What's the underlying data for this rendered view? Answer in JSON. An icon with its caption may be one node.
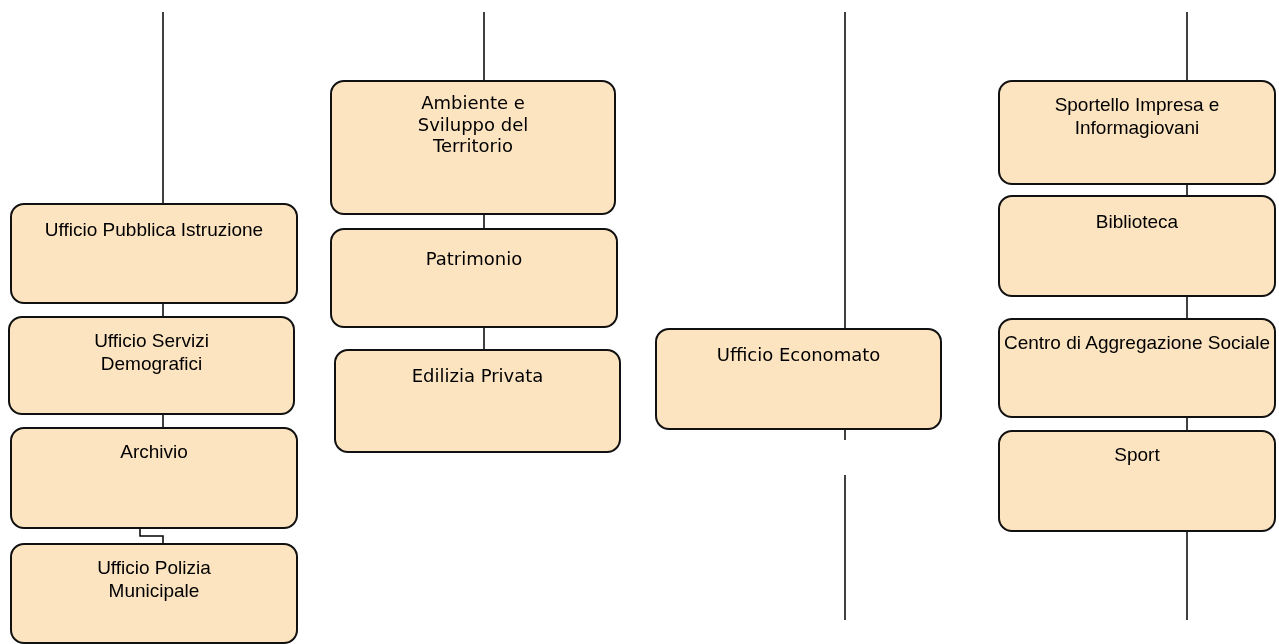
{
  "diagram": {
    "nodes": [
      {
        "text": [
          "Ufficio Pubblica Istruzione"
        ]
      },
      {
        "text": [
          "Ufficio Servizi Demografici"
        ]
      },
      {
        "text": [
          "Archivio"
        ]
      },
      {
        "text": [
          "Ufficio Polizia Municipale"
        ]
      },
      {
        "text": [
          "Ambiente e Sviluppo del Territorio"
        ]
      },
      {
        "text": [
          "Patrimonio"
        ]
      },
      {
        "text": [
          "Edilizia Privata"
        ]
      },
      {
        "text": [
          "Ufficio Economato"
        ]
      },
      {
        "text": [
          "Sportello Impresa e Informagiovani"
        ]
      },
      {
        "text": [
          "Biblioteca"
        ]
      },
      {
        "text": [
          "Centro di Aggregazione Sociale"
        ]
      },
      {
        "text": [
          "Sport"
        ]
      }
    ],
    "edges": [
      {
        "from": null,
        "to": 0,
        "arrow": "none"
      },
      {
        "from": 0,
        "to": 1,
        "arrow": "none"
      },
      {
        "from": 1,
        "to": 2,
        "arrow": "none"
      },
      {
        "from": 2,
        "to": 3,
        "arrow": "none"
      },
      {
        "from": null,
        "to": 4,
        "arrow": "none"
      },
      {
        "from": 4,
        "to": 5,
        "arrow": "none"
      },
      {
        "from": 5,
        "to": 6,
        "arrow": "none"
      },
      {
        "from": null,
        "to": 7,
        "arrow": "none"
      },
      {
        "from": 7,
        "to": null,
        "arrow": "none"
      },
      {
        "from": null,
        "to": 8,
        "arrow": "none"
      },
      {
        "from": 8,
        "to": 9,
        "arrow": "none"
      },
      {
        "from": 9,
        "to": 10,
        "arrow": "none"
      },
      {
        "from": 10,
        "to": 11,
        "arrow": "none"
      },
      {
        "from": 11,
        "to": null,
        "arrow": "none"
      }
    ]
  }
}
